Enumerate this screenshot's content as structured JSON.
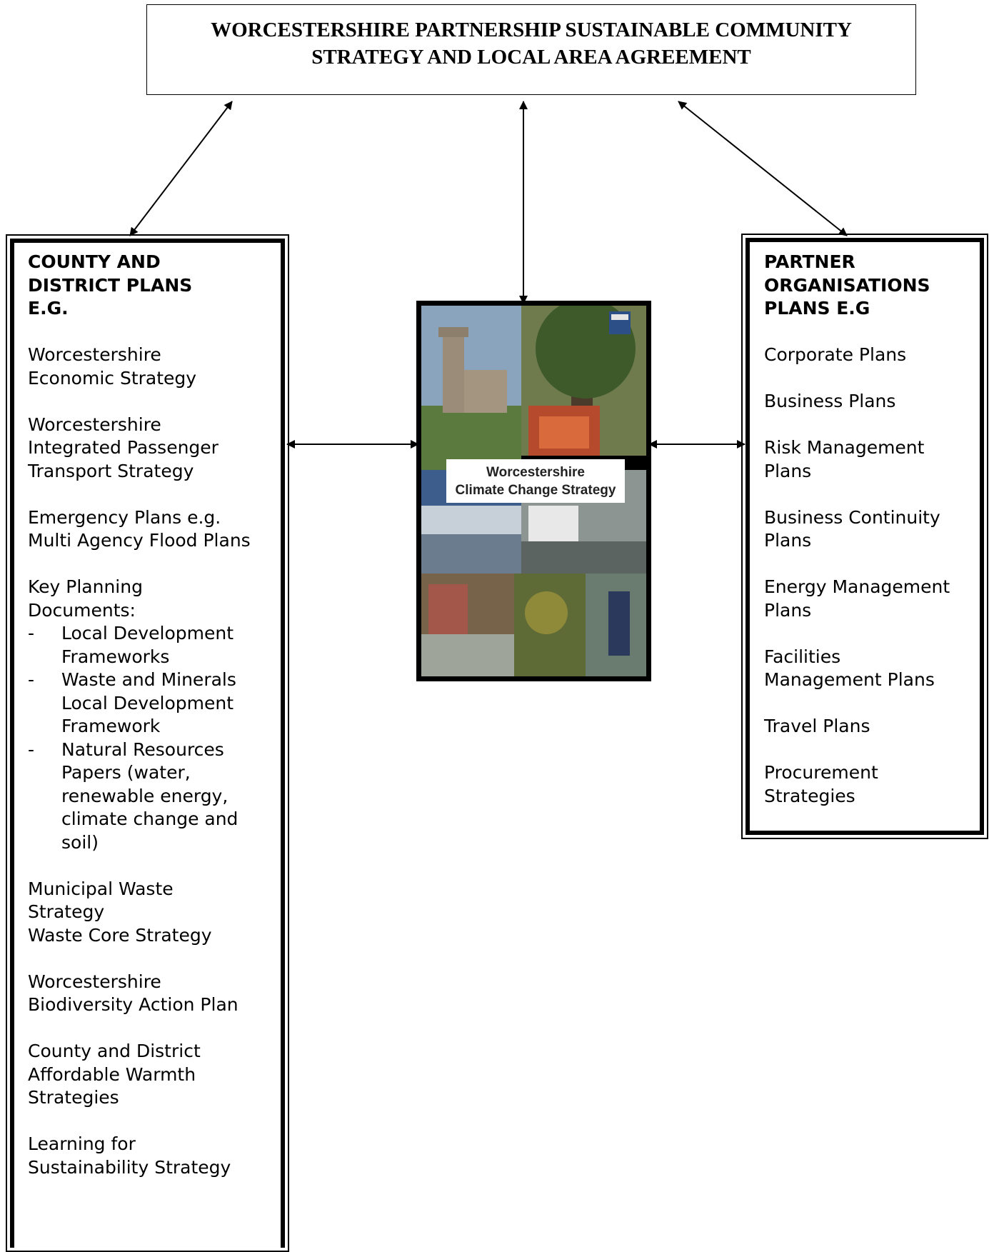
{
  "header": {
    "title_line1": "WORCESTERSHIRE PARTNERSHIP SUSTAINABLE COMMUNITY",
    "title_line2": "STRATEGY AND LOCAL AREA AGREEMENT"
  },
  "left_panel": {
    "heading": [
      "COUNTY AND",
      "DISTRICT PLANS",
      "E.G."
    ],
    "groups": [
      {
        "lines": [
          "Worcestershire",
          "Economic Strategy"
        ]
      },
      {
        "lines": [
          "Worcestershire",
          "Integrated Passenger",
          "Transport Strategy"
        ]
      },
      {
        "lines": [
          "Emergency Plans e.g.",
          "Multi Agency Flood Plans"
        ]
      },
      {
        "lines": [
          "Key Planning",
          "Documents:"
        ],
        "bullets": [
          [
            "Local Development",
            "Frameworks"
          ],
          [
            "Waste and Minerals",
            "Local Development",
            "Framework"
          ],
          [
            "Natural Resources",
            "Papers (water,",
            "renewable energy,",
            "climate change and",
            "soil)"
          ]
        ]
      },
      {
        "lines": [
          "Municipal Waste",
          "Strategy",
          "Waste Core Strategy"
        ]
      },
      {
        "lines": [
          "Worcestershire",
          "Biodiversity Action Plan"
        ]
      },
      {
        "lines": [
          "County and District",
          "Affordable Warmth",
          "Strategies"
        ]
      },
      {
        "lines": [
          "Learning for",
          "Sustainability Strategy"
        ]
      }
    ]
  },
  "right_panel": {
    "heading": [
      "PARTNER",
      "ORGANISATIONS",
      "PLANS E.G"
    ],
    "groups": [
      {
        "lines": [
          "Corporate Plans"
        ]
      },
      {
        "lines": [
          "Business Plans"
        ]
      },
      {
        "lines": [
          "Risk Management",
          "Plans"
        ]
      },
      {
        "lines": [
          "Business Continuity",
          "Plans"
        ]
      },
      {
        "lines": [
          "Energy Management",
          "Plans"
        ]
      },
      {
        "lines": [
          "Facilities",
          "Management Plans"
        ]
      },
      {
        "lines": [
          "Travel Plans"
        ]
      },
      {
        "lines": [
          "Procurement",
          "Strategies"
        ]
      }
    ]
  },
  "cover": {
    "title_line1": "Worcestershire",
    "title_line2": "Climate Change Strategy"
  },
  "colors": {
    "line": "#000000",
    "background": "#ffffff"
  }
}
